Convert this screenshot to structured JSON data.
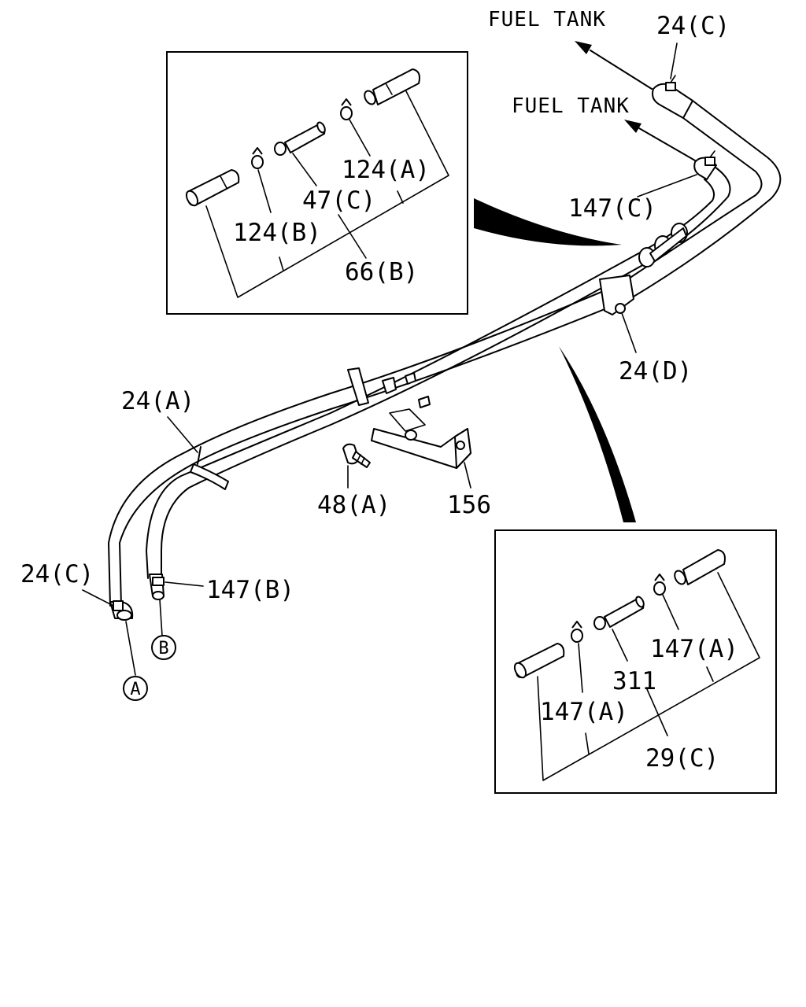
{
  "labels": {
    "fuel_tank_1": "FUEL TANK",
    "fuel_tank_2": "FUEL TANK",
    "p24c_top": "24(C)",
    "p147c": "147(C)",
    "p24d": "24(D)",
    "p24a": "24(A)",
    "p48a": "48(A)",
    "p156": "156",
    "p24c_left": "24(C)",
    "p147b": "147(B)",
    "callout_a": "A",
    "callout_b": "B"
  },
  "inset_top": {
    "p124a": "124(A)",
    "p47c": "47(C)",
    "p124b": "124(B)",
    "p66b": "66(B)"
  },
  "inset_bottom": {
    "p147a_right": "147(A)",
    "p311": "311",
    "p147a_left": "147(A)",
    "p29c": "29(C)"
  }
}
